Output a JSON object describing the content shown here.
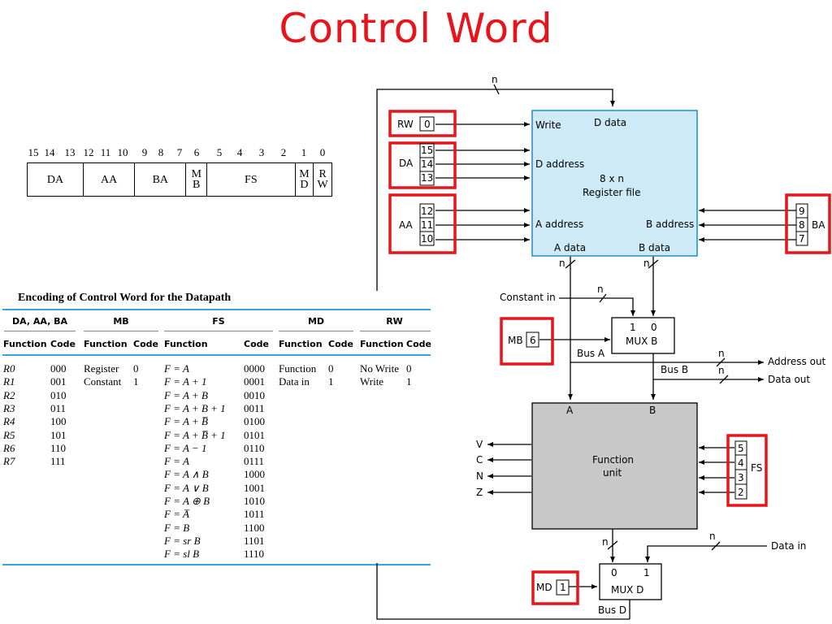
{
  "title": "Control Word",
  "control_word_format": {
    "bit_numbers": [
      "15",
      "14",
      "13",
      "12",
      "11",
      "10",
      "9",
      "8",
      "7",
      "6",
      "5",
      "4",
      "3",
      "2",
      "1",
      "0"
    ],
    "fields": [
      {
        "label": "DA",
        "line2": ""
      },
      {
        "label": "AA",
        "line2": ""
      },
      {
        "label": "BA",
        "line2": ""
      },
      {
        "label": "M",
        "line2": "B"
      },
      {
        "label": "FS",
        "line2": ""
      },
      {
        "label": "M",
        "line2": "D"
      },
      {
        "label": "R",
        "line2": "W"
      }
    ]
  },
  "encoding_table": {
    "title": "Encoding of Control Word for the Datapath",
    "groups": [
      "DA, AA, BA",
      "MB",
      "FS",
      "MD",
      "RW"
    ],
    "col_function": "Function",
    "col_code": "Code",
    "da": {
      "functions": [
        "R0",
        "R1",
        "R2",
        "R3",
        "R4",
        "R5",
        "R6",
        "R7"
      ],
      "codes": [
        "000",
        "001",
        "010",
        "011",
        "100",
        "101",
        "110",
        "111"
      ]
    },
    "mb": {
      "functions": [
        "Register",
        "Constant"
      ],
      "codes": [
        "0",
        "1"
      ]
    },
    "fs": {
      "functions": [
        "F = A",
        "F = A + 1",
        "F = A + B",
        "F = A + B + 1",
        "F = A + B̅",
        "F = A + B̅ + 1",
        "F = A − 1",
        "F = A",
        "F = A ∧ B",
        "F = A ∨ B",
        "F = A ⊕ B",
        "F = A̅",
        "F = B",
        "F = sr B",
        "F = sl B"
      ],
      "codes": [
        "0000",
        "0001",
        "0010",
        "0011",
        "0100",
        "0101",
        "0110",
        "0111",
        "1000",
        "1001",
        "1010",
        "1011",
        "1100",
        "1101",
        "1110"
      ]
    },
    "md": {
      "functions": [
        "Function",
        "Data in"
      ],
      "codes": [
        "0",
        "1"
      ]
    },
    "rw": {
      "functions": [
        "No Write",
        "Write"
      ],
      "codes": [
        "0",
        "1"
      ]
    }
  },
  "datapath": {
    "n": "n",
    "rw": {
      "label": "RW",
      "bit": "0"
    },
    "da": {
      "label": "DA",
      "bits": [
        "15",
        "14",
        "13"
      ]
    },
    "aa": {
      "label": "AA",
      "bits": [
        "12",
        "11",
        "10"
      ]
    },
    "ba": {
      "label": "BA",
      "bits": [
        "9",
        "8",
        "7"
      ]
    },
    "mb": {
      "label": "MB",
      "bit": "6"
    },
    "fs": {
      "label": "FS",
      "bits": [
        "5",
        "4",
        "3",
        "2"
      ]
    },
    "md": {
      "label": "MD",
      "bit": "1"
    },
    "register_file": {
      "write": "Write",
      "d_data": "D data",
      "d_address": "D address",
      "size": "8 x  n",
      "name": "Register file",
      "a_address": "A address",
      "b_address": "B address",
      "a_data": "A data",
      "b_data": "B data"
    },
    "constant_in": "Constant in",
    "mux_b": {
      "in1": "1",
      "in0": "0",
      "name": "MUX B"
    },
    "bus_a": "Bus A",
    "bus_b": "Bus B",
    "address_out": "Address out",
    "data_out": "Data out",
    "function_unit": {
      "line1": "Function",
      "line2": "unit",
      "a": "A",
      "b": "B"
    },
    "status": [
      "V",
      "C",
      "N",
      "Z"
    ],
    "data_in": "Data in",
    "mux_d": {
      "in0": "0",
      "in1": "1",
      "name": "MUX D"
    },
    "bus_d": "Bus D"
  },
  "colors": {
    "title": "#e8141b",
    "highlight_box": "#e8141b",
    "table_rule": "#35a3dc",
    "register_file_fill": "#cdeaf6",
    "function_unit_fill": "#c8c8c8"
  }
}
